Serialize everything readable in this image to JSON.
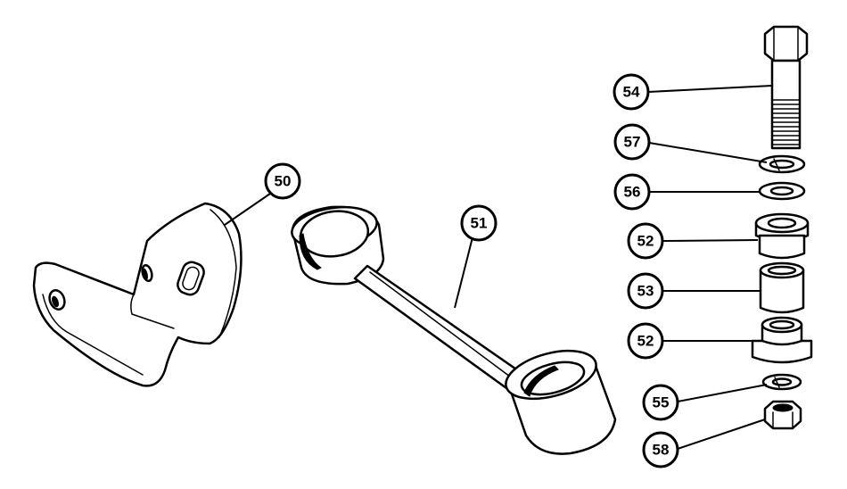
{
  "callouts": [
    {
      "id": "c50",
      "label": "50"
    },
    {
      "id": "c51",
      "label": "51"
    },
    {
      "id": "c54",
      "label": "54"
    },
    {
      "id": "c57",
      "label": "57"
    },
    {
      "id": "c56",
      "label": "56"
    },
    {
      "id": "c52a",
      "label": "52"
    },
    {
      "id": "c53",
      "label": "53"
    },
    {
      "id": "c52b",
      "label": "52"
    },
    {
      "id": "c55",
      "label": "55"
    },
    {
      "id": "c58",
      "label": "58"
    }
  ],
  "parts": {
    "bracket": "bracket-plate",
    "link": "connecting-link",
    "bolt": "hex-bolt",
    "lock_washer_upper": "lock-washer",
    "flat_washer": "flat-washer",
    "bushing_upper": "flanged-bushing",
    "spacer": "sleeve-spacer",
    "bushing_lower": "flanged-bushing",
    "lock_washer_lower": "lock-washer",
    "nut": "hex-nut"
  }
}
